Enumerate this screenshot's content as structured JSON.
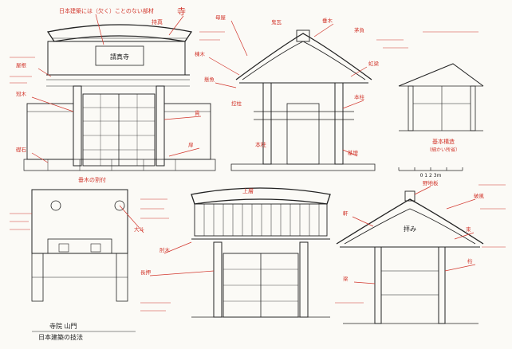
{
  "title": {
    "line1": "寺院 山門",
    "line2": "日本建築の技法"
  },
  "sign": {
    "main": "請真寺"
  },
  "panel_labels": {
    "top_left": "日本建築には（欠く）ことのない部材",
    "top_right_label": "寺",
    "top_right_sub": "持真",
    "section_label": "本柱",
    "floor_plan_label": "垂木の割付",
    "bottom_center_label": "上層",
    "bottom_right_label": "拝み",
    "small_section": "基本構造",
    "small_section_sub": "（細かい所省）"
  },
  "annotations": [
    "屋根",
    "棟木",
    "母屋",
    "垂木",
    "茅負",
    "鬼瓦",
    "懸魚",
    "本柱",
    "控柱",
    "冠木",
    "貫",
    "虹梁",
    "扉",
    "礎石",
    "基壇",
    "破風",
    "野地板",
    "束",
    "大斗",
    "肘木",
    "軒",
    "桁",
    "梁",
    "長押"
  ],
  "scale_label": "0 1 2 3m"
}
